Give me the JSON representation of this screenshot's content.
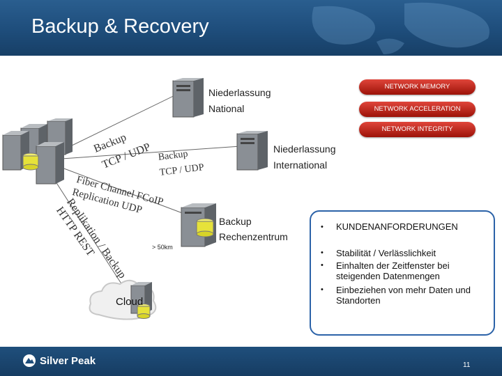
{
  "slide": {
    "title": "Backup & Recovery",
    "page_number": "11",
    "logo_text": "Silver Peak"
  },
  "pills": [
    {
      "label": "NETWORK MEMORY",
      "color": "#c8261c"
    },
    {
      "label": "NETWORK ACCELERATION",
      "color": "#c8261c"
    },
    {
      "label": "NETWORK INTEGRITY",
      "color": "#c8261c"
    }
  ],
  "sites": {
    "national": {
      "line1": "Niederlassung",
      "line2": "National"
    },
    "international": {
      "line1": "Niederlassung",
      "line2": "International"
    },
    "datacenter": {
      "line1": "Backup",
      "line2": "Rechenzentrum"
    },
    "cloud": "Cloud"
  },
  "link_labels": {
    "backup_tcp_udp_left": {
      "line1": "Backup",
      "line2": "TCP / UDP"
    },
    "backup_tcp_udp_mid": {
      "line1": "Backup",
      "line2": "TCP / UDP"
    },
    "fiber_channel": {
      "line1": "Fiber Channel FCoIP",
      "line2": "Replication UDP"
    },
    "replikation": {
      "line1": "Replikation / Backup",
      "line2": "HTTP REST"
    },
    "distance": "> 50km"
  },
  "requirements": {
    "heading": "KUNDENANFORDERUNGEN",
    "items": [
      "Stabilität / Verlässlichkeit",
      "Einhalten der Zeitfenster bei steigenden Datenmengen",
      "Einbeziehen von mehr Daten und Standorten"
    ]
  },
  "colors": {
    "header": "#1e4d7b",
    "panel_border": "#2b62a8",
    "disk": "#e6e23a"
  }
}
